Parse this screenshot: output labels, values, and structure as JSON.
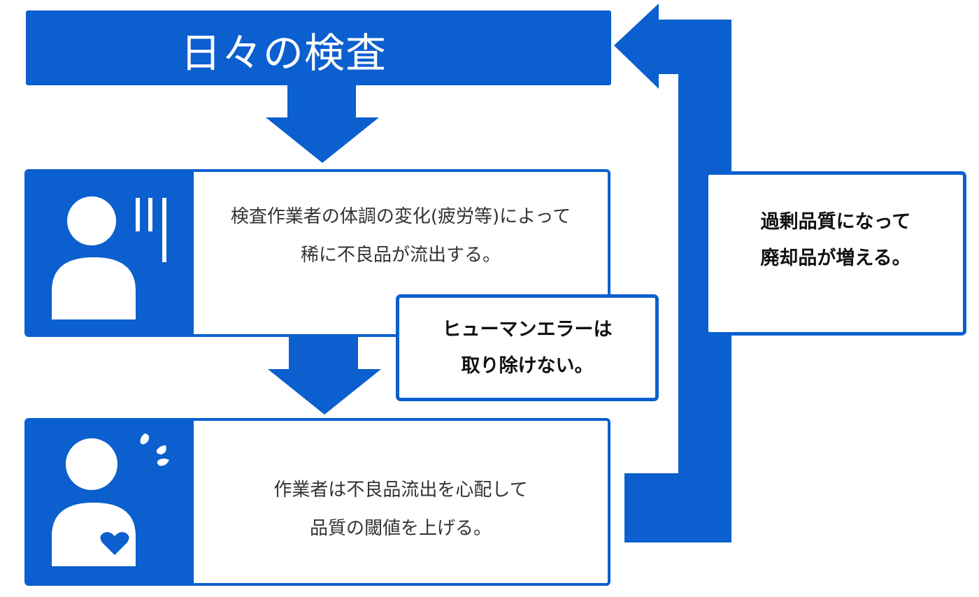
{
  "title": "日々の検査",
  "steps": [
    {
      "lines": [
        "検査作業者の体調の変化(疲労等)によって",
        "稀に不良品が流出する。"
      ]
    },
    {
      "lines": [
        "作業者は不良品流出を心配して",
        "品質の閾値を上げる。"
      ]
    }
  ],
  "notes": {
    "human_error": [
      "ヒューマンエラーは",
      "取り除けない。"
    ],
    "waste": [
      "過剰品質になって",
      "廃却品が増える。"
    ]
  },
  "colors": {
    "accent": "#0B5FCF"
  },
  "icons": [
    "person-tired-icon",
    "sweat-drops-icon",
    "person-worried-icon",
    "heart-icon"
  ]
}
